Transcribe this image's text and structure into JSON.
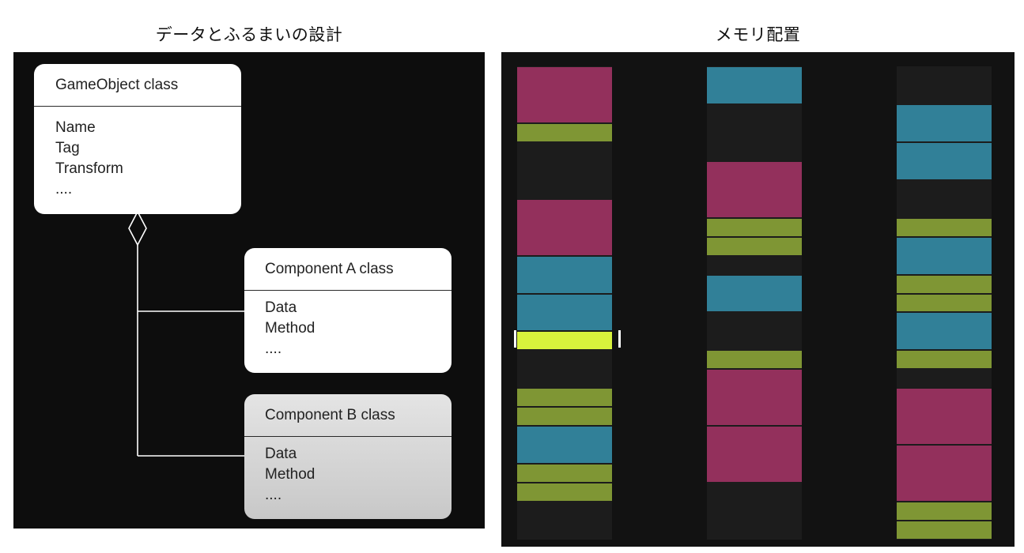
{
  "titles": {
    "left": "データとふるまいの設計",
    "right": "メモリ配置"
  },
  "uml": {
    "gameobject": {
      "header": "GameObject class",
      "lines": [
        "Name",
        "Tag",
        "Transform",
        "...."
      ]
    },
    "component_a": {
      "header": "Component A class",
      "lines": [
        "Data",
        "Method",
        "...."
      ]
    },
    "component_b": {
      "header": "Component B class",
      "lines": [
        "Data",
        "Method",
        "...."
      ]
    }
  },
  "colors": {
    "magenta": "#93305c",
    "teal": "#318098",
    "olive": "#7f9634",
    "highlight": "#d8f23c",
    "empty": "#1c1c1c"
  },
  "memory": {
    "slot_count": 25,
    "highlighted_slot": 14,
    "columns": [
      {
        "id": "column-1",
        "blocks": [
          {
            "type": "magenta",
            "start": 0,
            "size": 3
          },
          {
            "type": "olive",
            "start": 3,
            "size": 1
          },
          {
            "type": "magenta",
            "start": 7,
            "size": 3
          },
          {
            "type": "teal",
            "start": 10,
            "size": 2
          },
          {
            "type": "teal",
            "start": 12,
            "size": 2
          },
          {
            "type": "highlight",
            "start": 14,
            "size": 1
          },
          {
            "type": "olive",
            "start": 17,
            "size": 1
          },
          {
            "type": "olive",
            "start": 18,
            "size": 1
          },
          {
            "type": "teal",
            "start": 19,
            "size": 2
          },
          {
            "type": "olive",
            "start": 21,
            "size": 1
          },
          {
            "type": "olive",
            "start": 22,
            "size": 1
          }
        ]
      },
      {
        "id": "column-2",
        "blocks": [
          {
            "type": "teal",
            "start": 0,
            "size": 2
          },
          {
            "type": "magenta",
            "start": 5,
            "size": 3
          },
          {
            "type": "olive",
            "start": 8,
            "size": 1
          },
          {
            "type": "olive",
            "start": 9,
            "size": 1
          },
          {
            "type": "teal",
            "start": 11,
            "size": 2
          },
          {
            "type": "olive",
            "start": 15,
            "size": 1
          },
          {
            "type": "magenta",
            "start": 16,
            "size": 3
          },
          {
            "type": "magenta",
            "start": 19,
            "size": 3
          }
        ]
      },
      {
        "id": "column-3",
        "blocks": [
          {
            "type": "teal",
            "start": 2,
            "size": 2
          },
          {
            "type": "teal",
            "start": 4,
            "size": 2
          },
          {
            "type": "olive",
            "start": 8,
            "size": 1
          },
          {
            "type": "teal",
            "start": 9,
            "size": 2
          },
          {
            "type": "olive",
            "start": 11,
            "size": 1
          },
          {
            "type": "olive",
            "start": 12,
            "size": 1
          },
          {
            "type": "teal",
            "start": 13,
            "size": 2
          },
          {
            "type": "olive",
            "start": 15,
            "size": 1
          },
          {
            "type": "magenta",
            "start": 17,
            "size": 3
          },
          {
            "type": "magenta",
            "start": 20,
            "size": 3
          },
          {
            "type": "olive",
            "start": 23,
            "size": 1
          },
          {
            "type": "olive",
            "start": 24,
            "size": 1
          }
        ]
      }
    ]
  }
}
